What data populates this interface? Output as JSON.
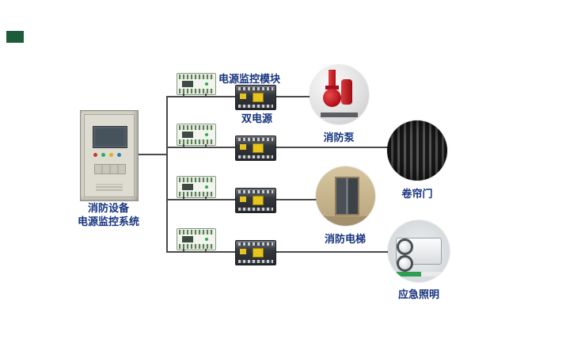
{
  "system": {
    "cabinet_label_line1": "消防设备",
    "cabinet_label_line2": "电源监控系统"
  },
  "component_labels": {
    "monitor_module": "电源监控模块",
    "dual_power": "双电源"
  },
  "devices": [
    {
      "label": "消防泵",
      "icon": "fire-pump-photo"
    },
    {
      "label": "卷帘门",
      "icon": "roller-shutter-door-photo"
    },
    {
      "label": "消防电梯",
      "icon": "fire-elevator-photo"
    },
    {
      "label": "应急照明",
      "icon": "emergency-lighting-photo"
    }
  ],
  "colors": {
    "label_text": "#16337f",
    "connector_line": "#4a4a4a",
    "pump_red": "#b00e18",
    "switch_yellow": "#e6c41e",
    "corner_mark_green": "#1d5c38"
  }
}
